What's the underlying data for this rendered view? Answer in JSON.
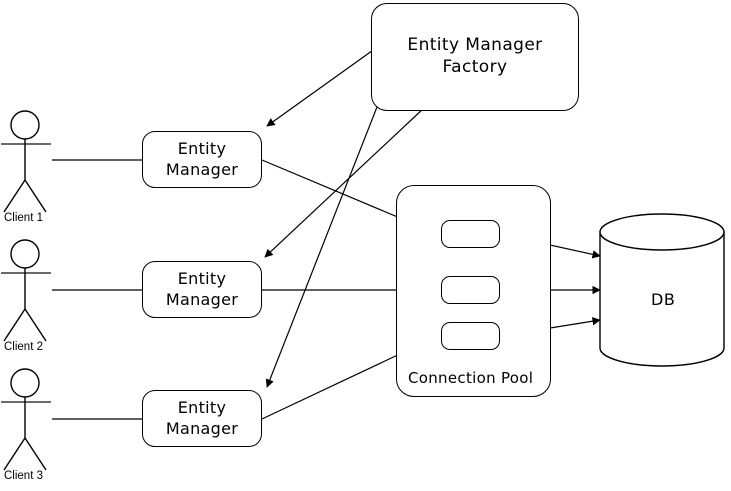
{
  "diagram": {
    "title": "JPA Entity Manager / Connection Pool architecture diagram",
    "stroke_color": "#000000",
    "background_color": "#ffffff"
  },
  "actors": [
    {
      "id": "client1",
      "label": "Client 1"
    },
    {
      "id": "client2",
      "label": "Client 2"
    },
    {
      "id": "client3",
      "label": "Client 3"
    }
  ],
  "entity_managers": [
    {
      "id": "em1",
      "line1": "Entity",
      "line2": "Manager"
    },
    {
      "id": "em2",
      "line1": "Entity",
      "line2": "Manager"
    },
    {
      "id": "em3",
      "line1": "Entity",
      "line2": "Manager"
    }
  ],
  "factory": {
    "line1": "Entity Manager",
    "line2": "Factory"
  },
  "pool": {
    "label": "Connection Pool",
    "slots": [
      {
        "id": "conn1",
        "label": ""
      },
      {
        "id": "conn2",
        "label": ""
      },
      {
        "id": "conn3",
        "label": ""
      }
    ]
  },
  "database": {
    "label": "DB"
  },
  "connections": [
    {
      "from": "client1",
      "to": "em1",
      "arrow": false
    },
    {
      "from": "client2",
      "to": "em2",
      "arrow": false
    },
    {
      "from": "client3",
      "to": "em3",
      "arrow": false
    },
    {
      "from": "factory",
      "to": "em1",
      "arrow": true
    },
    {
      "from": "factory",
      "to": "em2",
      "arrow": true
    },
    {
      "from": "factory",
      "to": "em3",
      "arrow": true
    },
    {
      "from": "em1",
      "to": "conn1",
      "arrow": true
    },
    {
      "from": "em2",
      "to": "conn2",
      "arrow": true
    },
    {
      "from": "em3",
      "to": "conn3",
      "arrow": true
    },
    {
      "from": "conn1",
      "to": "database",
      "arrow": true
    },
    {
      "from": "conn2",
      "to": "database",
      "arrow": true
    },
    {
      "from": "conn3",
      "to": "database",
      "arrow": true
    }
  ]
}
